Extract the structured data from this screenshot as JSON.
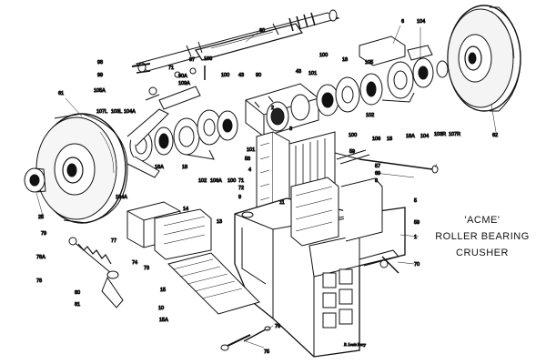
{
  "title": {
    "line1": "'ACME'",
    "line2": "ROLLER BEARING",
    "line3": "CRUSHER"
  },
  "signature": "B. Lewis Perry",
  "part_labels": [
    {
      "id": "60",
      "text": "60"
    },
    {
      "id": "6",
      "text": "6"
    },
    {
      "id": "104-top",
      "text": "104"
    },
    {
      "id": "98",
      "text": "98"
    },
    {
      "id": "99",
      "text": "99"
    },
    {
      "id": "97",
      "text": "97"
    },
    {
      "id": "71a",
      "text": "71"
    },
    {
      "id": "90a",
      "text": "90A"
    },
    {
      "id": "108",
      "text": "108"
    },
    {
      "id": "109a",
      "text": "109A"
    },
    {
      "id": "105a",
      "text": "105A"
    },
    {
      "id": "90",
      "text": "90"
    },
    {
      "id": "100a",
      "text": "100"
    },
    {
      "id": "43a",
      "text": "43"
    },
    {
      "id": "43b",
      "text": "43"
    },
    {
      "id": "101",
      "text": "101"
    },
    {
      "id": "100b",
      "text": "100"
    },
    {
      "id": "18a-top",
      "text": "18"
    },
    {
      "id": "105",
      "text": "105"
    },
    {
      "id": "61",
      "text": "61"
    },
    {
      "id": "107l",
      "text": "107L"
    },
    {
      "id": "103l",
      "text": "103L"
    },
    {
      "id": "104a",
      "text": "104A"
    },
    {
      "id": "18a",
      "text": "18A"
    },
    {
      "id": "18",
      "text": "18"
    },
    {
      "id": "102a",
      "text": "102"
    },
    {
      "id": "106a",
      "text": "106A"
    },
    {
      "id": "100c",
      "text": "100"
    },
    {
      "id": "101b",
      "text": "101"
    },
    {
      "id": "2",
      "text": "2"
    },
    {
      "id": "58",
      "text": "58"
    },
    {
      "id": "4",
      "text": "4"
    },
    {
      "id": "3",
      "text": "3"
    },
    {
      "id": "106",
      "text": "106"
    },
    {
      "id": "18b",
      "text": "18"
    },
    {
      "id": "18a2",
      "text": "18A"
    },
    {
      "id": "104b",
      "text": "104"
    },
    {
      "id": "103r",
      "text": "103R"
    },
    {
      "id": "107r",
      "text": "107R"
    },
    {
      "id": "62",
      "text": "62"
    },
    {
      "id": "100d",
      "text": "100"
    },
    {
      "id": "102b",
      "text": "102"
    },
    {
      "id": "59",
      "text": "59"
    },
    {
      "id": "57",
      "text": "57"
    },
    {
      "id": "69",
      "text": "69"
    },
    {
      "id": "8",
      "text": "8"
    },
    {
      "id": "71",
      "text": "71"
    },
    {
      "id": "72",
      "text": "72"
    },
    {
      "id": "9",
      "text": "9"
    },
    {
      "id": "5",
      "text": "5"
    },
    {
      "id": "25",
      "text": "25"
    },
    {
      "id": "104a2",
      "text": "104A"
    },
    {
      "id": "14",
      "text": "14"
    },
    {
      "id": "13",
      "text": "13"
    },
    {
      "id": "79",
      "text": "79"
    },
    {
      "id": "77",
      "text": "77"
    },
    {
      "id": "78a",
      "text": "78A"
    },
    {
      "id": "74",
      "text": "74"
    },
    {
      "id": "73",
      "text": "73"
    },
    {
      "id": "78",
      "text": "78"
    },
    {
      "id": "80",
      "text": "80"
    },
    {
      "id": "81",
      "text": "81"
    },
    {
      "id": "15",
      "text": "15"
    },
    {
      "id": "10",
      "text": "10"
    },
    {
      "id": "15a",
      "text": "15A"
    },
    {
      "id": "76",
      "text": "76"
    },
    {
      "id": "75",
      "text": "75"
    },
    {
      "id": "1",
      "text": "1"
    },
    {
      "id": "59b",
      "text": "59"
    },
    {
      "id": "70",
      "text": "70"
    },
    {
      "id": "11",
      "text": "11"
    }
  ]
}
